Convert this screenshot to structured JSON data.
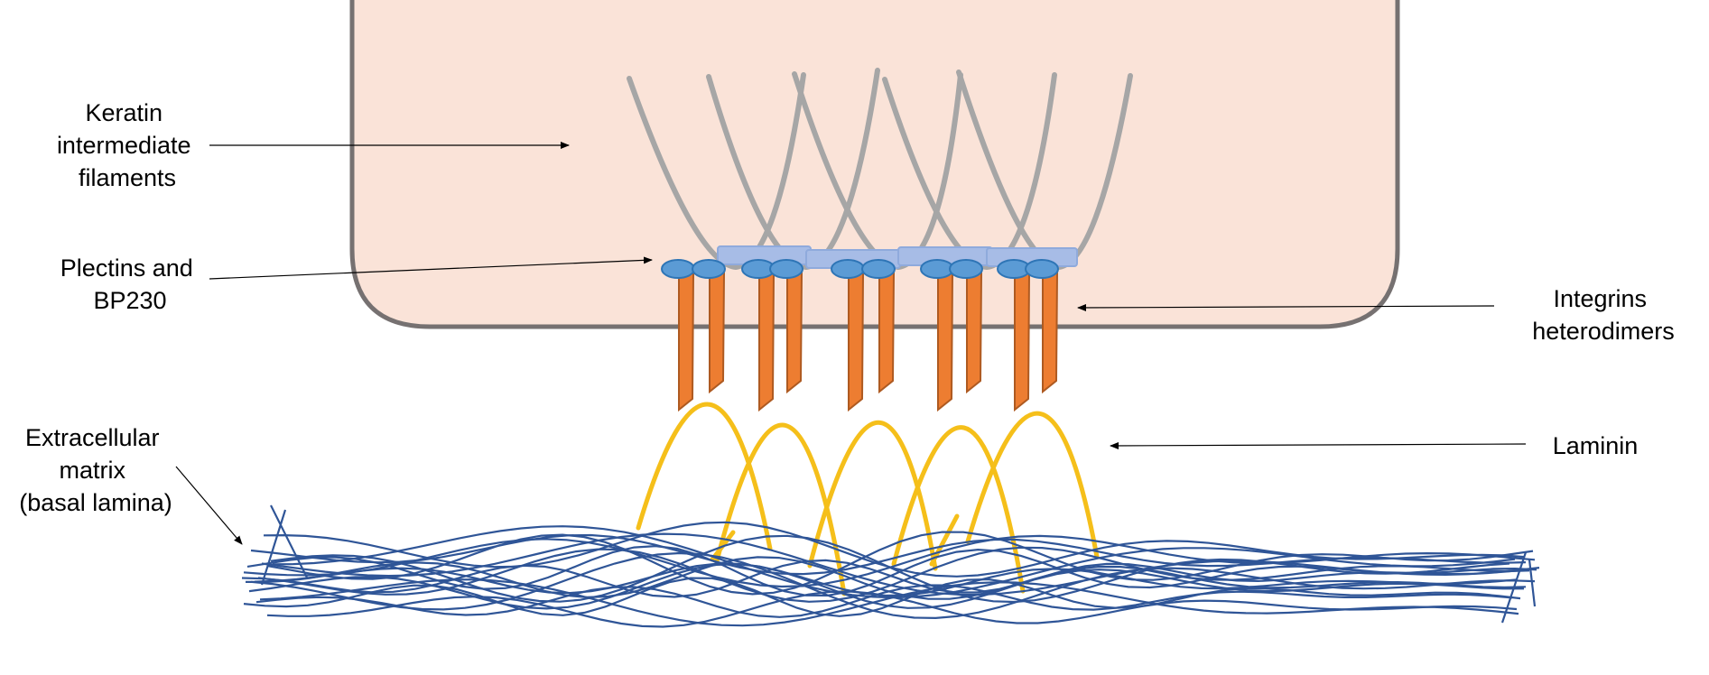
{
  "labels": {
    "keratin": [
      "Keratin",
      "intermediate",
      "filaments"
    ],
    "plectins": [
      "Plectins and",
      "BP230"
    ],
    "integrins": [
      "Integrins",
      "heterodimers"
    ],
    "laminin": [
      "Laminin"
    ],
    "ecm": [
      "Extracellular",
      "matrix",
      "(basal lamina)"
    ]
  },
  "colors": {
    "cell_fill": "#fae3d8",
    "cell_border": "#767171",
    "keratin": "#a6a6a6",
    "plectin_plaque": "#a7bce6",
    "plectin_plaque_border": "#8faadc",
    "hemidesmosome_cap": "#5b9bd5",
    "hemidesmosome_cap_border": "#2e75b6",
    "integrin": "#ed7d31",
    "integrin_border": "#ae5a21",
    "laminin": "#f5bf1a",
    "ecm_fiber": "#2f5597",
    "arrow": "#000000"
  }
}
